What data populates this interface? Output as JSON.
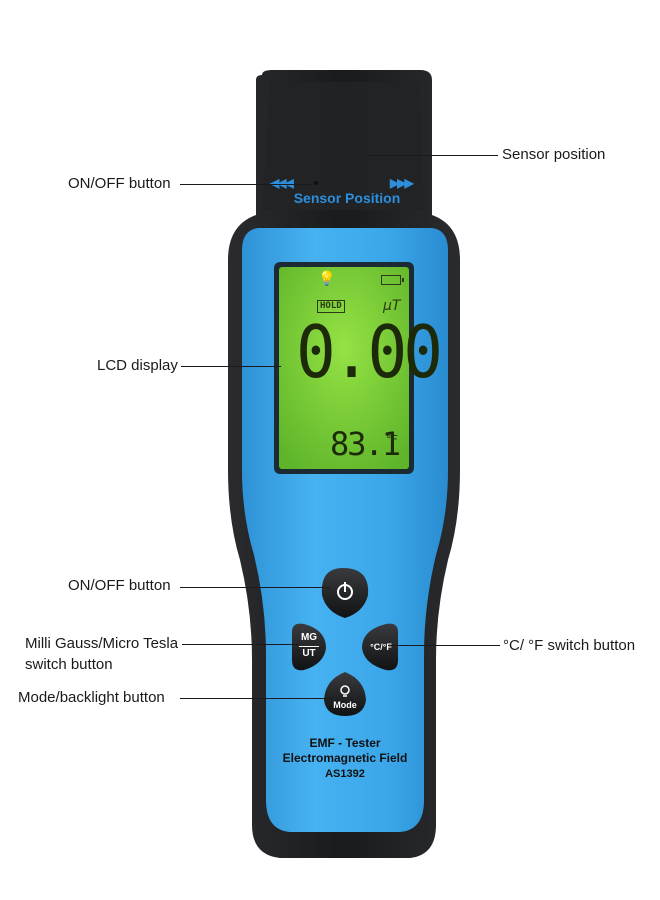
{
  "labels": {
    "sensor_position": "Sensor position",
    "on_off_top": "ON/OFF button",
    "lcd_display": "LCD display",
    "on_off_bottom": "ON/OFF button",
    "mg_ut_line1": "Milli Gauss/Micro Tesla",
    "mg_ut_line2": "switch button",
    "temp_switch": "°C/ °F  switch button",
    "mode_backlight": "Mode/backlight button"
  },
  "device": {
    "sensor_text": "Sensor Position",
    "arrow_left": "◀◀◀",
    "arrow_right": "▶▶▶",
    "lcd": {
      "hold": "HOLD",
      "unit": "μT",
      "main_value": "0.00",
      "temp_value": "83.1",
      "temp_unit": "°F"
    },
    "buttons": {
      "mg": "MG",
      "ut": "UT",
      "temp": "°C/°F",
      "mode": "Mode"
    },
    "brand_line1": "EMF - Tester",
    "brand_line2": "Electromagnetic Field",
    "model": "AS1392"
  },
  "colors": {
    "body_blue": "#3aa6ea",
    "body_black": "#1c1d1f",
    "lcd_green": "#7fd43a",
    "accent_text": "#2d8fdc"
  }
}
